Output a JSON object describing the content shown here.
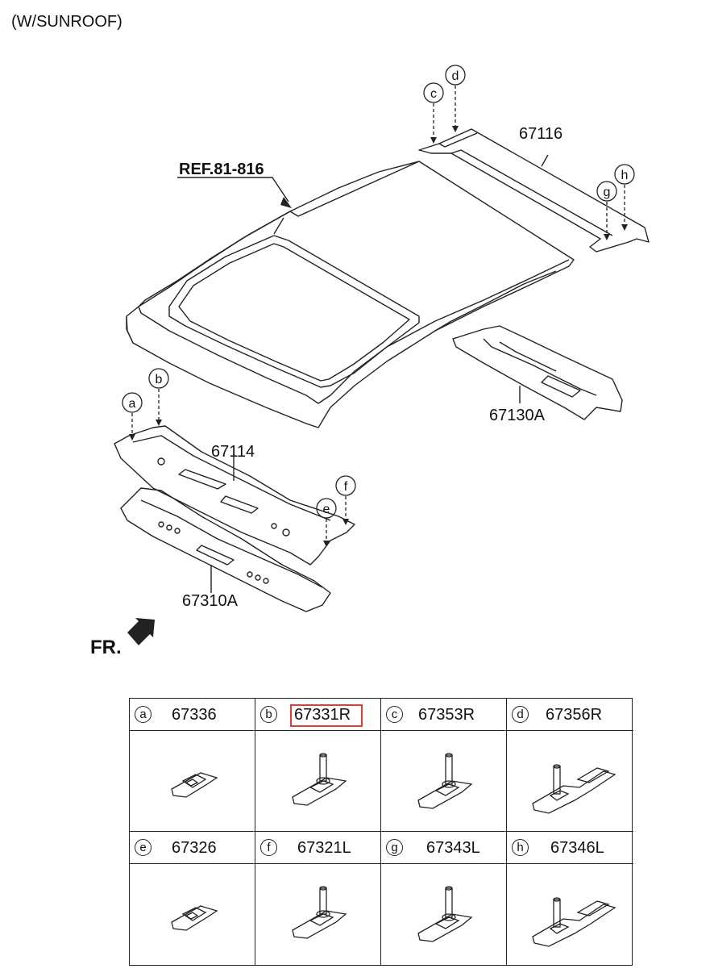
{
  "header": {
    "variant": "(W/SUNROOF)"
  },
  "diagram": {
    "ref_label": "REF.81-816",
    "front_label": "FR.",
    "parts": [
      {
        "id": "67116"
      },
      {
        "id": "67130A"
      },
      {
        "id": "67114"
      },
      {
        "id": "67310A"
      }
    ],
    "callouts": [
      "a",
      "b",
      "c",
      "d",
      "e",
      "f",
      "g",
      "h"
    ]
  },
  "fasteners": [
    {
      "letter": "a",
      "part": "67336",
      "icon": "clip-plain-icon",
      "highlighted": false
    },
    {
      "letter": "b",
      "part": "67331R",
      "icon": "stud-clip-icon",
      "highlighted": true
    },
    {
      "letter": "c",
      "part": "67353R",
      "icon": "stud-clip-icon",
      "highlighted": false
    },
    {
      "letter": "d",
      "part": "67356R",
      "icon": "stud-bracket-icon",
      "highlighted": false
    },
    {
      "letter": "e",
      "part": "67326",
      "icon": "clip-plain-icon",
      "highlighted": false
    },
    {
      "letter": "f",
      "part": "67321L",
      "icon": "stud-clip-icon",
      "highlighted": false
    },
    {
      "letter": "g",
      "part": "67343L",
      "icon": "stud-clip-icon",
      "highlighted": false
    },
    {
      "letter": "h",
      "part": "67346L",
      "icon": "stud-bracket-icon",
      "highlighted": false
    }
  ],
  "colors": {
    "highlight": "#e53935",
    "line": "#222222"
  }
}
